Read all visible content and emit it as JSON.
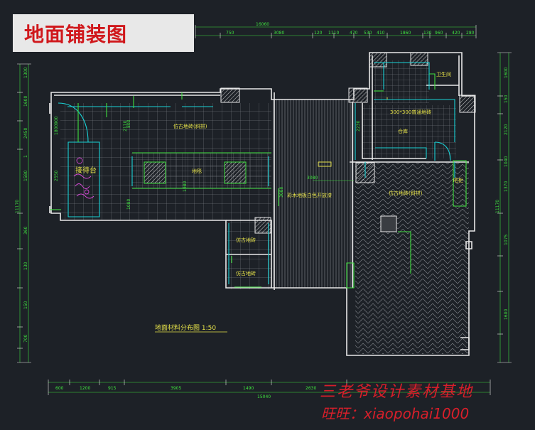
{
  "title": "地面铺装图",
  "drawing_caption": "地面材料分布图  1:50",
  "watermark": {
    "line1": "三老爷设计素材基地",
    "line2": "旺旺：xiaopohai1000"
  },
  "rooms": {
    "main_hall": "仿古地砖(斜拼)",
    "carpet": "地毯",
    "wood_floor": "彩木地板白色开放漆",
    "bathroom": "卫生间",
    "storage_tile": "300*300普通地砖",
    "storage": "仓库",
    "right_hall": "仿古地砖(斜拼)",
    "small_room_1": "仿古地砖",
    "small_room_2": "仿古地砖",
    "reception": "接待台",
    "cabinet": "吧柜"
  },
  "dims_top": {
    "overall": "16060",
    "segments": [
      "750",
      "3080",
      "120",
      "1110",
      "470",
      "530",
      "410",
      "1860",
      "130",
      "960",
      "420",
      "280"
    ]
  },
  "dims_bottom": {
    "overall": "15040",
    "segments": [
      "600",
      "1200",
      "915",
      "3905",
      "1490",
      "2630"
    ]
  },
  "dims_left": [
    "1300",
    "1600",
    "2450",
    "1",
    "1580",
    "360",
    "130",
    "150",
    "700",
    "11170"
  ],
  "dims_right": [
    "1600",
    "150",
    "2120",
    "1040",
    "1370",
    "1075",
    "11170",
    "1600"
  ],
  "dims_inner": [
    "1800",
    "2550",
    "800",
    "2110",
    "3080",
    "1980",
    "2230",
    "1080",
    "900"
  ],
  "colors": {
    "background": "#1d2127",
    "wall": "#e8e8e8",
    "dim": "#3fe03f",
    "cyan": "#19d2d6",
    "yellow": "#e6e24a",
    "magenta": "#d84ad8",
    "title_red": "#d0181c",
    "watermark_red": "#d81f2a"
  }
}
